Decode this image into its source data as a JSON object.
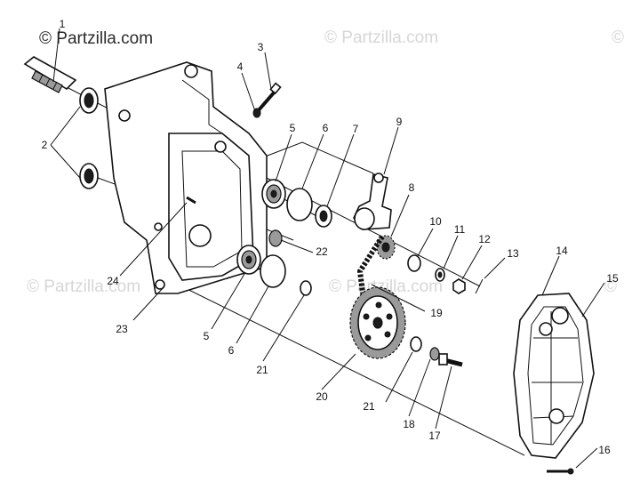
{
  "watermark": {
    "main": "© Partzilla.com",
    "faint": "© Partzilla.com"
  },
  "callouts": [
    {
      "id": "c1",
      "label": "1"
    },
    {
      "id": "c2",
      "label": "2"
    },
    {
      "id": "c3",
      "label": "3"
    },
    {
      "id": "c4",
      "label": "4"
    },
    {
      "id": "c5a",
      "label": "5"
    },
    {
      "id": "c5b",
      "label": "5"
    },
    {
      "id": "c6a",
      "label": "6"
    },
    {
      "id": "c6b",
      "label": "6"
    },
    {
      "id": "c7",
      "label": "7"
    },
    {
      "id": "c8",
      "label": "8"
    },
    {
      "id": "c9",
      "label": "9"
    },
    {
      "id": "c10",
      "label": "10"
    },
    {
      "id": "c11",
      "label": "11"
    },
    {
      "id": "c12",
      "label": "12"
    },
    {
      "id": "c13",
      "label": "13"
    },
    {
      "id": "c14",
      "label": "14"
    },
    {
      "id": "c15",
      "label": "15"
    },
    {
      "id": "c16",
      "label": "16"
    },
    {
      "id": "c17",
      "label": "17"
    },
    {
      "id": "c18",
      "label": "18"
    },
    {
      "id": "c19",
      "label": "19"
    },
    {
      "id": "c20",
      "label": "20"
    },
    {
      "id": "c21a",
      "label": "21"
    },
    {
      "id": "c21b",
      "label": "21"
    },
    {
      "id": "c22",
      "label": "22"
    },
    {
      "id": "c23",
      "label": "23"
    },
    {
      "id": "c24",
      "label": "24"
    }
  ]
}
